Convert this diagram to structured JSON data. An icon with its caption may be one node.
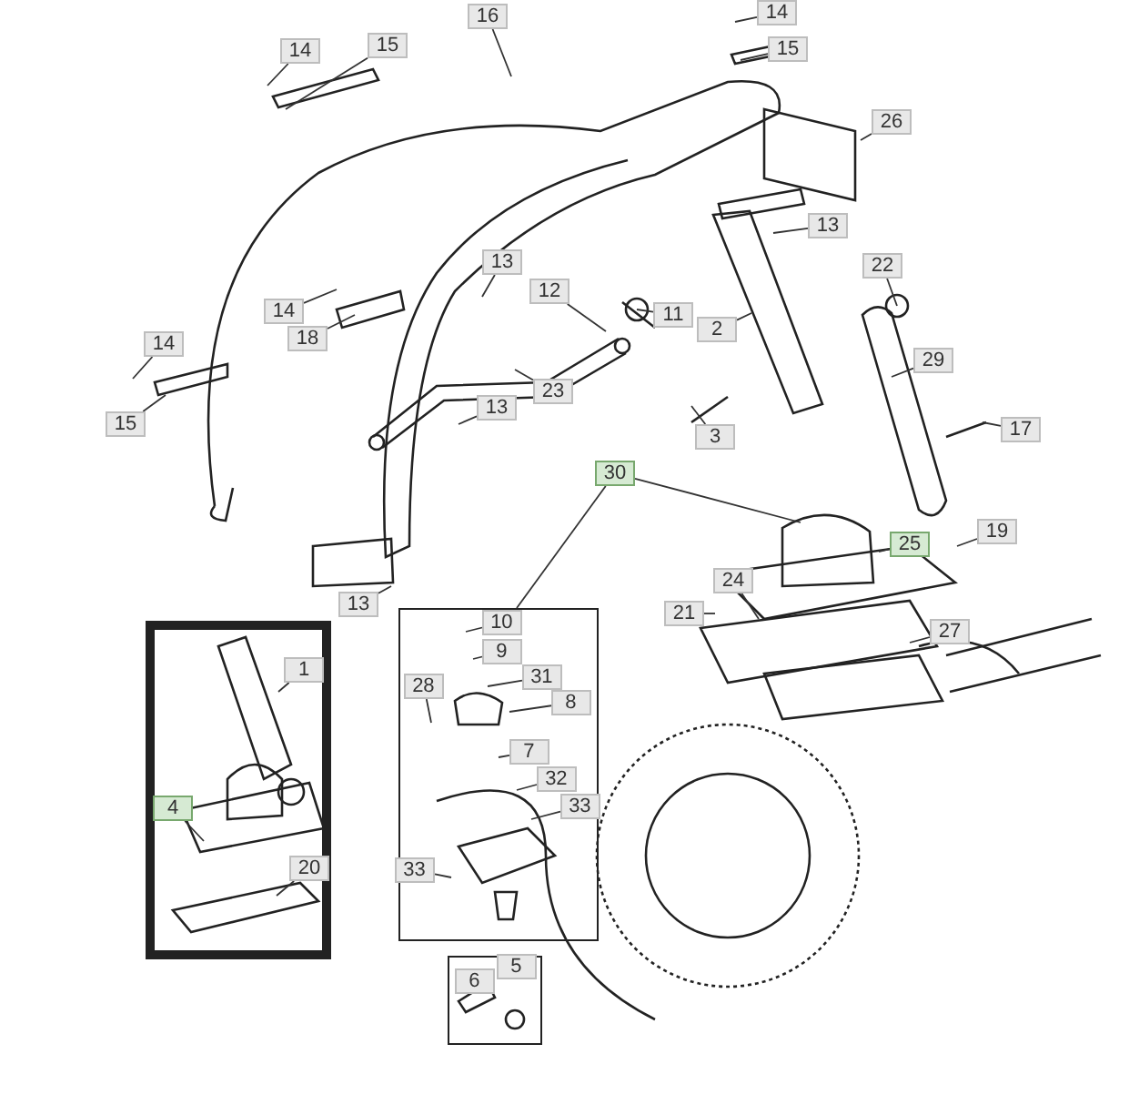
{
  "diagram": {
    "nodes": [
      {
        "text": [
          "16"
        ]
      },
      {
        "text": [
          "14"
        ]
      },
      {
        "text": [
          "15"
        ]
      },
      {
        "text": [
          "14"
        ]
      },
      {
        "text": [
          "15"
        ]
      },
      {
        "text": [
          "26"
        ]
      },
      {
        "text": [
          "13"
        ]
      },
      {
        "text": [
          "13"
        ]
      },
      {
        "text": [
          "12"
        ]
      },
      {
        "text": [
          "11"
        ]
      },
      {
        "text": [
          "14"
        ]
      },
      {
        "text": [
          "18"
        ]
      },
      {
        "text": [
          "2"
        ]
      },
      {
        "text": [
          "22"
        ]
      },
      {
        "text": [
          "29"
        ]
      },
      {
        "text": [
          "14"
        ]
      },
      {
        "text": [
          "15"
        ]
      },
      {
        "text": [
          "23"
        ]
      },
      {
        "text": [
          "13"
        ]
      },
      {
        "text": [
          "3"
        ]
      },
      {
        "text": [
          "17"
        ]
      },
      {
        "text": [
          "30"
        ]
      },
      {
        "text": [
          "25"
        ]
      },
      {
        "text": [
          "19"
        ]
      },
      {
        "text": [
          "13"
        ]
      },
      {
        "text": [
          "24"
        ]
      },
      {
        "text": [
          "21"
        ]
      },
      {
        "text": [
          "27"
        ]
      },
      {
        "text": [],
        "shape": "box"
      },
      {
        "text": [
          "1"
        ],
        "in": 28
      },
      {
        "text": [
          "4"
        ],
        "in": 28
      },
      {
        "text": [
          "20"
        ],
        "in": 28
      },
      {
        "text": [],
        "shape": "box"
      },
      {
        "text": [
          "10"
        ],
        "in": 32
      },
      {
        "text": [
          "9"
        ],
        "in": 32
      },
      {
        "text": [
          "31"
        ],
        "in": 32
      },
      {
        "text": [
          "28"
        ],
        "in": 32
      },
      {
        "text": [
          "8"
        ],
        "in": 32
      },
      {
        "text": [
          "7"
        ],
        "in": 32
      },
      {
        "text": [
          "32"
        ],
        "in": 32
      },
      {
        "text": [
          "33"
        ],
        "in": 32
      },
      {
        "text": [
          "33"
        ],
        "in": 32
      },
      {
        "text": [],
        "shape": "box"
      },
      {
        "text": [
          "6"
        ],
        "in": 42
      },
      {
        "text": [
          "5"
        ],
        "in": 42
      }
    ],
    "edges": [
      {
        "from": 0,
        "to": null,
        "arrow": "none"
      },
      {
        "from": 1,
        "to": null,
        "arrow": "none"
      },
      {
        "from": 2,
        "to": null,
        "arrow": "none"
      },
      {
        "from": 3,
        "to": null,
        "arrow": "none"
      },
      {
        "from": 4,
        "to": null,
        "arrow": "none"
      },
      {
        "from": 5,
        "to": null,
        "arrow": "none"
      },
      {
        "from": 6,
        "to": null,
        "arrow": "none"
      },
      {
        "from": 7,
        "to": null,
        "arrow": "none"
      },
      {
        "from": 8,
        "to": null,
        "arrow": "none"
      },
      {
        "from": 9,
        "to": null,
        "arrow": "none"
      },
      {
        "from": 10,
        "to": null,
        "arrow": "none"
      },
      {
        "from": 11,
        "to": null,
        "arrow": "none"
      },
      {
        "from": 12,
        "to": null,
        "arrow": "none"
      },
      {
        "from": 13,
        "to": null,
        "arrow": "none"
      },
      {
        "from": 14,
        "to": null,
        "arrow": "none"
      },
      {
        "from": 15,
        "to": null,
        "arrow": "none"
      },
      {
        "from": 16,
        "to": null,
        "arrow": "none"
      },
      {
        "from": 17,
        "to": null,
        "arrow": "none"
      },
      {
        "from": 18,
        "to": null,
        "arrow": "none"
      },
      {
        "from": 19,
        "to": null,
        "arrow": "none"
      },
      {
        "from": 20,
        "to": null,
        "arrow": "none"
      },
      {
        "from": 21,
        "to": 32,
        "arrow": "none"
      },
      {
        "from": 21,
        "to": null,
        "arrow": "none"
      },
      {
        "from": 22,
        "to": null,
        "arrow": "none"
      },
      {
        "from": 23,
        "to": null,
        "arrow": "none"
      },
      {
        "from": 24,
        "to": null,
        "arrow": "none"
      },
      {
        "from": 25,
        "to": null,
        "arrow": "none"
      },
      {
        "from": 26,
        "to": null,
        "arrow": "none"
      },
      {
        "from": 27,
        "to": null,
        "arrow": "none"
      },
      {
        "from": 29,
        "to": null,
        "arrow": "none"
      },
      {
        "from": 30,
        "to": null,
        "arrow": "none"
      },
      {
        "from": 31,
        "to": null,
        "arrow": "none"
      },
      {
        "from": 33,
        "to": null,
        "arrow": "none"
      },
      {
        "from": 34,
        "to": null,
        "arrow": "none"
      },
      {
        "from": 35,
        "to": null,
        "arrow": "none"
      },
      {
        "from": 37,
        "to": null,
        "arrow": "none"
      },
      {
        "from": 36,
        "to": null,
        "arrow": "none"
      },
      {
        "from": 38,
        "to": null,
        "arrow": "none"
      },
      {
        "from": 39,
        "to": null,
        "arrow": "none"
      },
      {
        "from": 40,
        "to": null,
        "arrow": "none"
      },
      {
        "from": 41,
        "to": null,
        "arrow": "none"
      }
    ]
  }
}
